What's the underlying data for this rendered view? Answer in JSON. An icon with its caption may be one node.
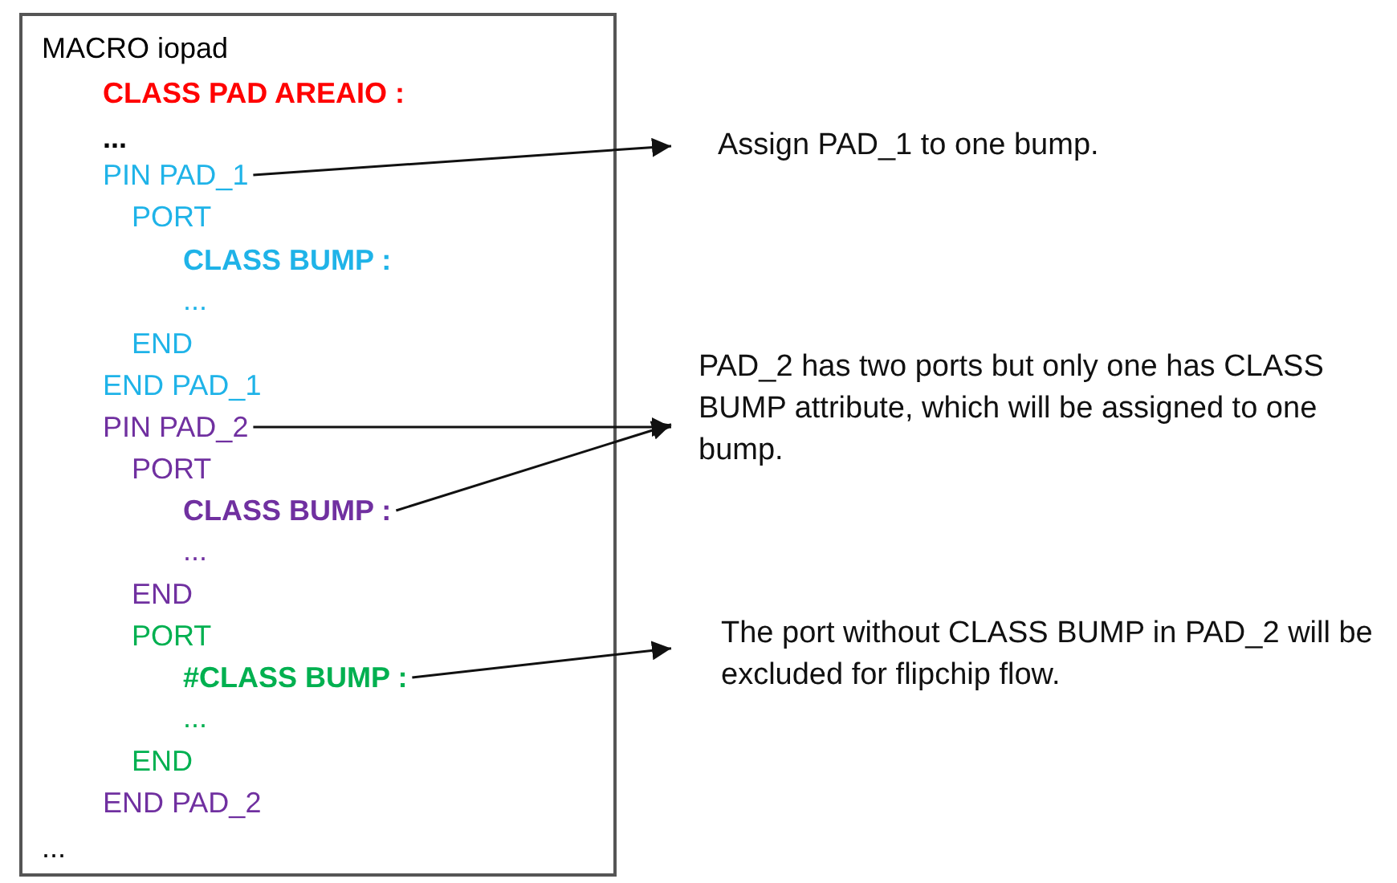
{
  "diagram": {
    "nodes": [
      {
        "text": [],
        "shape": "box"
      },
      {
        "text": [
          "MACRO iopad"
        ],
        "in": 0
      },
      {
        "text": [
          "CLASS PAD AREAIO :"
        ],
        "in": 0
      },
      {
        "text": [
          "..."
        ],
        "in": 0
      },
      {
        "text": [
          "PIN PAD_1"
        ],
        "in": 0
      },
      {
        "text": [
          "PORT"
        ],
        "in": 0
      },
      {
        "text": [
          "CLASS BUMP :"
        ],
        "in": 0
      },
      {
        "text": [
          "..."
        ],
        "in": 0
      },
      {
        "text": [
          "END"
        ],
        "in": 0
      },
      {
        "text": [
          "END PAD_1"
        ],
        "in": 0
      },
      {
        "text": [
          "PIN PAD_2"
        ],
        "in": 0
      },
      {
        "text": [
          "PORT"
        ],
        "in": 0
      },
      {
        "text": [
          "CLASS BUMP :"
        ],
        "in": 0
      },
      {
        "text": [
          "..."
        ],
        "in": 0
      },
      {
        "text": [
          "END"
        ],
        "in": 0
      },
      {
        "text": [
          "PORT"
        ],
        "in": 0
      },
      {
        "text": [
          "#CLASS BUMP :"
        ],
        "in": 0
      },
      {
        "text": [
          "..."
        ],
        "in": 0
      },
      {
        "text": [
          "END"
        ],
        "in": 0
      },
      {
        "text": [
          "END PAD_2"
        ],
        "in": 0
      },
      {
        "text": [
          "..."
        ],
        "in": 0
      },
      {
        "text": [
          "Assign PAD_1 to one bump."
        ]
      },
      {
        "text": [
          "PAD_2 has two ports but only one has CLASS BUMP attribute, which will be assigned to one bump."
        ]
      },
      {
        "text": [
          "The port without CLASS BUMP in PAD_2 will be excluded for flipchip flow."
        ]
      }
    ],
    "edges": [
      {
        "from": 4,
        "to": 21,
        "arrow": "to"
      },
      {
        "from": 10,
        "to": 22,
        "arrow": "to"
      },
      {
        "from": 12,
        "to": 22,
        "arrow": "to"
      },
      {
        "from": 16,
        "to": 23,
        "arrow": "to"
      }
    ]
  }
}
